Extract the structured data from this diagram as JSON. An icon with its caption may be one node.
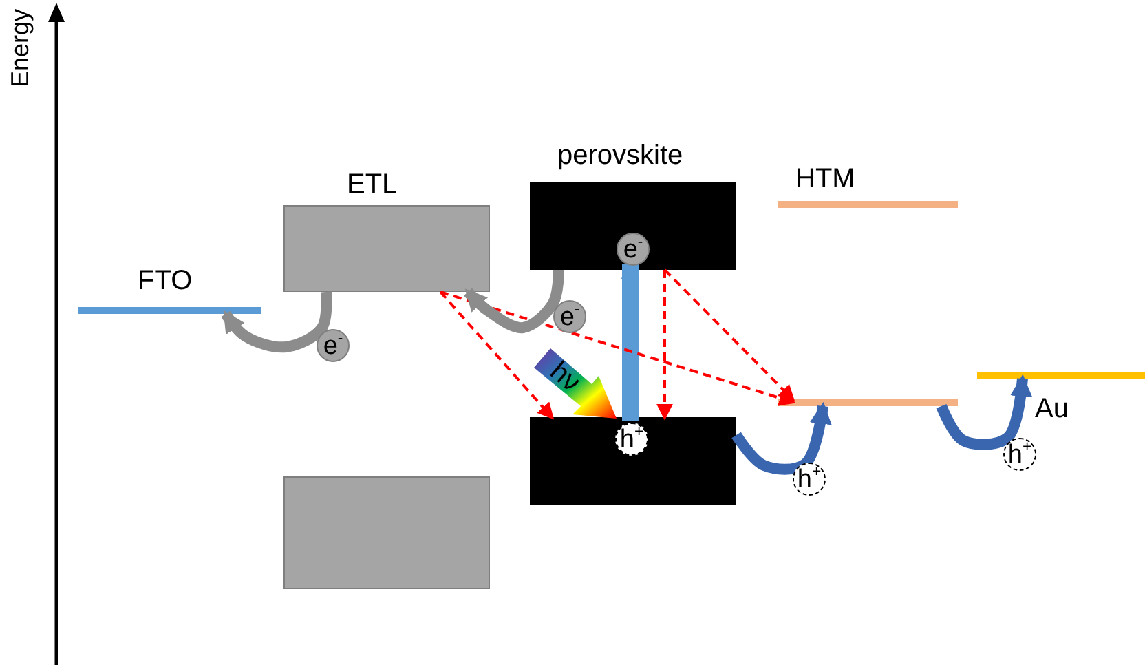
{
  "diagram": {
    "nodes": [
      {
        "text": [
          "FTO"
        ]
      },
      {
        "text": [
          "ETL"
        ]
      },
      {
        "text": [],
        "shape": "box"
      },
      {
        "text": [
          "perovskite"
        ]
      },
      {
        "text": [],
        "shape": "box"
      },
      {
        "text": [
          "HTM"
        ]
      },
      {
        "text": [],
        "shape": "bar"
      },
      {
        "text": [
          "Au"
        ]
      },
      {
        "text": [
          "e$^{-}$"
        ],
        "in": 3
      },
      {
        "text": [
          "h$^{+}$"
        ],
        "in": 4
      },
      {
        "text": [
          "e$^{-}$"
        ]
      },
      {
        "text": [
          "e$^{-}$"
        ]
      },
      {
        "text": [
          "h$^{+}$"
        ]
      },
      {
        "text": [
          "h$^{+}$"
        ]
      },
      {
        "text": [
          "hν"
        ]
      }
    ],
    "edges": [
      {
        "from": 9,
        "to": 8,
        "arrow": "to",
        "color": "#5b9bd5"
      },
      {
        "from": 1,
        "to": 4,
        "arrow": "to",
        "style": "dashed",
        "color": "#ff0000"
      },
      {
        "from": 1,
        "to": 6,
        "arrow": "to",
        "style": "dashed",
        "color": "#ff0000"
      },
      {
        "from": 3,
        "to": 4,
        "arrow": "to",
        "style": "dashed",
        "color": "#ff0000"
      },
      {
        "from": 3,
        "to": 6,
        "arrow": "to",
        "style": "dashed",
        "color": "#ff0000"
      },
      {
        "from": 3,
        "to": 1,
        "arrow": "to",
        "color": "#8c8c8c"
      },
      {
        "from": 1,
        "to": 0,
        "arrow": "to",
        "color": "#8c8c8c"
      },
      {
        "from": 4,
        "to": 6,
        "arrow": "to",
        "color": "#3a66b0"
      },
      {
        "from": 6,
        "to": 7,
        "arrow": "to",
        "color": "#3a66b0"
      }
    ],
    "labels": [
      "Energy"
    ]
  }
}
